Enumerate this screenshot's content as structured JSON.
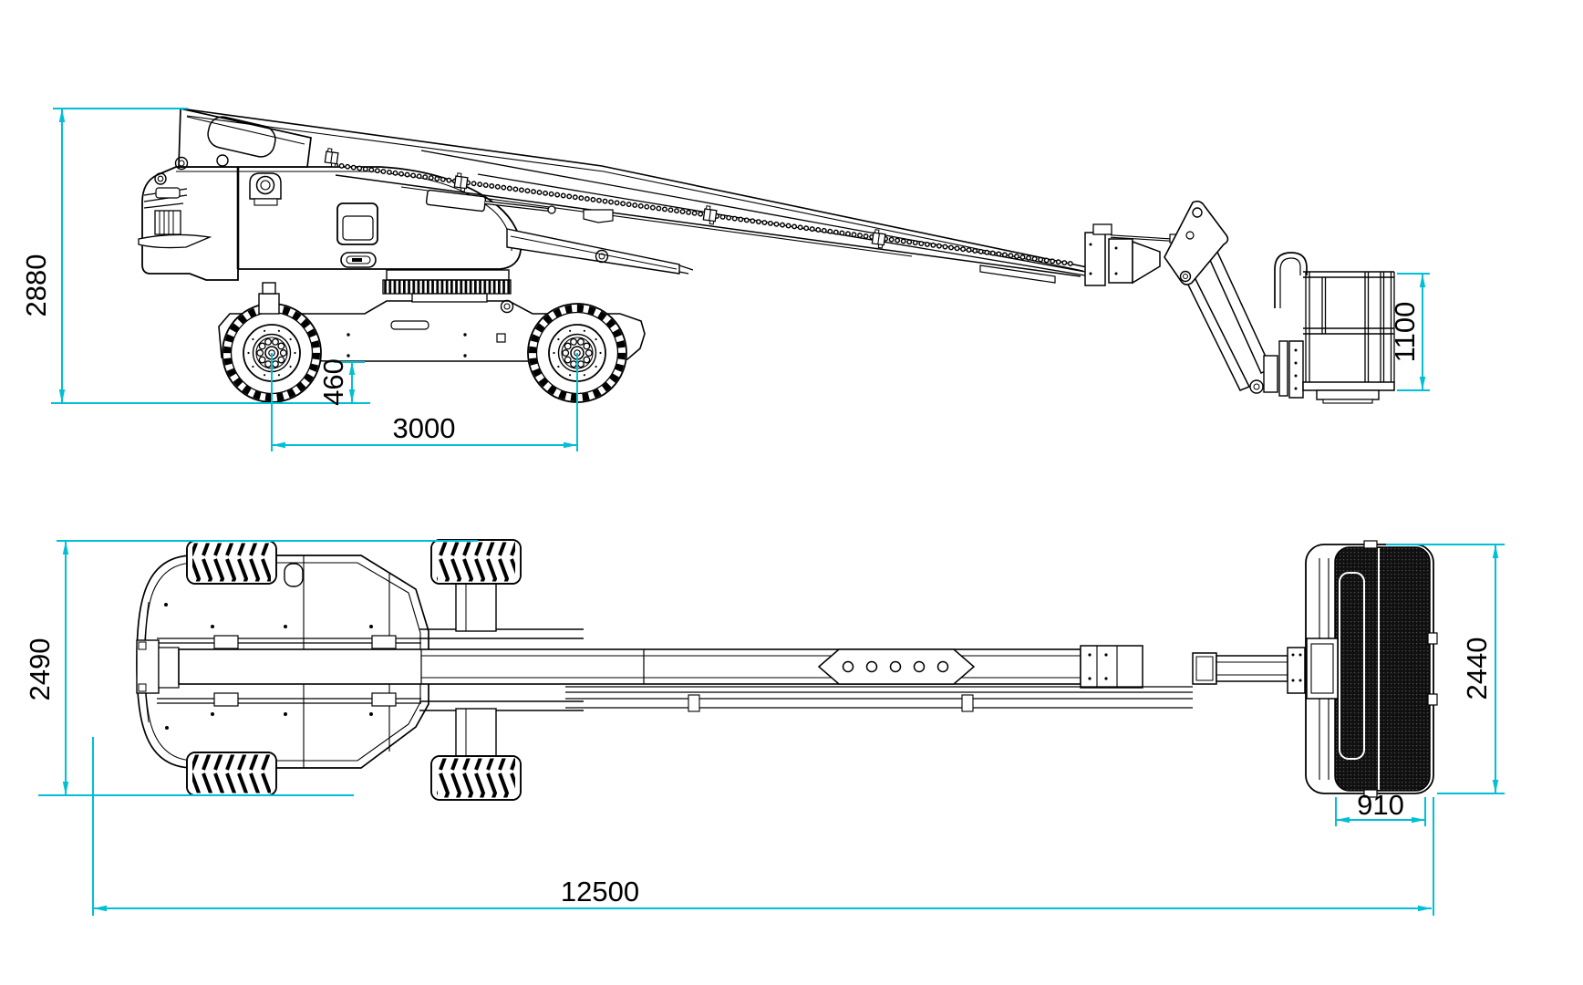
{
  "diagram": {
    "machine": "telescopic-boom-lift",
    "view_count": 2
  },
  "colors": {
    "background": "#ffffff",
    "line": "#000000",
    "dimension": "#00bfd6"
  },
  "dimensions": {
    "overall_height": "2880",
    "ground_clearance": "460",
    "wheelbase": "3000",
    "platform_rail_height": "1100",
    "overall_width": "2490",
    "platform_length": "2440",
    "platform_width": "910",
    "overall_length": "12500"
  }
}
